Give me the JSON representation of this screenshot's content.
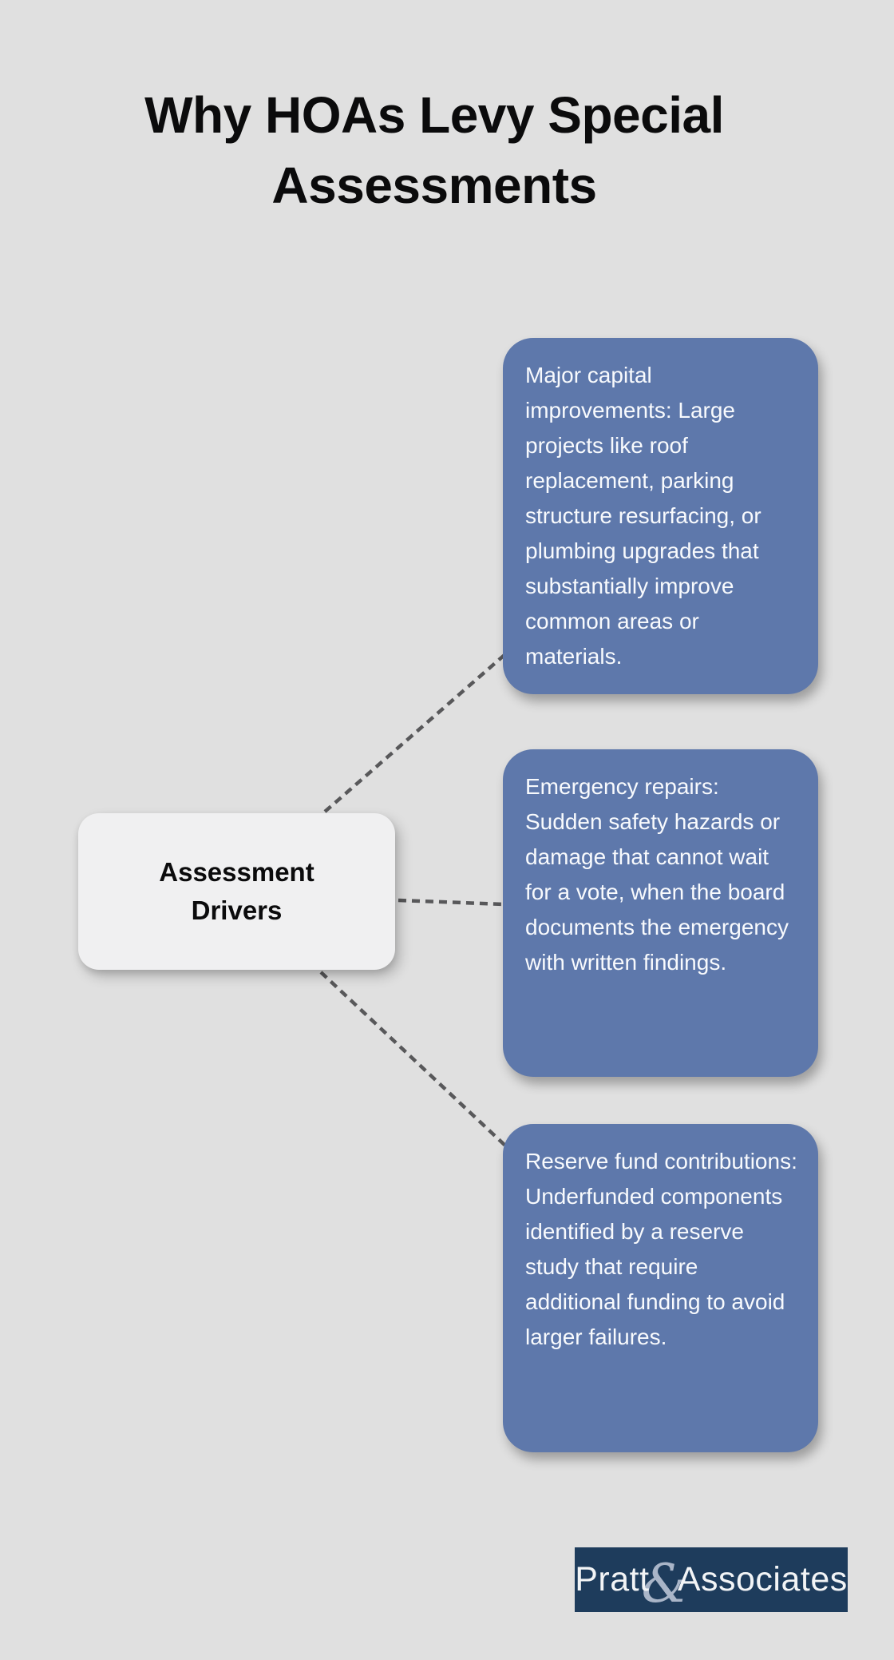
{
  "title": {
    "line1": "Why HOAs Levy Special",
    "line2": "Assessments"
  },
  "center_node": {
    "label": "Assessment Drivers"
  },
  "branches": [
    {
      "id": "major-capital-improvements",
      "text": "Major capital improvements: Large projects like roof replacement, parking structure resurfacing, or plumbing upgrades that substantially improve common areas or materials."
    },
    {
      "id": "emergency-repairs",
      "text": "Emergency repairs: Sudden safety hazards or damage that cannot wait for a vote, when the board documents the emergency with written findings."
    },
    {
      "id": "reserve-fund-contributions",
      "text": "Reserve fund contributions: Underfunded components identified by a reserve study that require additional funding to avoid larger failures."
    }
  ],
  "logo": {
    "prefix": "Pratt",
    "ampersand": "&",
    "suffix": "Associates"
  },
  "colors": {
    "background": "#e0e0e0",
    "card": "#5e78ab",
    "card_text": "#f8fafd",
    "node_bg": "#f0f0f1",
    "node_text": "#0b0b0c",
    "connector": "#58585a",
    "logo_bg": "#1e3c5c",
    "logo_text": "#f2f4f6",
    "amp": "#b9c3d4",
    "title_text": "#0b0b0c"
  }
}
